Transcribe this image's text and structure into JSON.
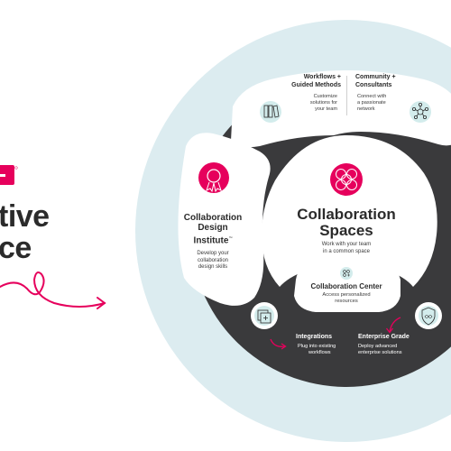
{
  "brand": {
    "line1": "tive",
    "line2": "ce"
  },
  "center": {
    "title_line1": "Collaboration",
    "title_line2": "Spaces",
    "subtitle_line1": "Work with your team",
    "subtitle_line2": "in a common space"
  },
  "workflows": {
    "title_line1": "Workflows +",
    "title_line2": "Guided Methods",
    "desc_line1": "Customize",
    "desc_line2": "solutions for",
    "desc_line3": "your team"
  },
  "community": {
    "title_line1": "Community +",
    "title_line2": "Consultants",
    "desc_line1": "Connect with",
    "desc_line2": "a passionate",
    "desc_line3": "network"
  },
  "design_institute": {
    "title_line1": "Collaboration",
    "title_line2": "Design",
    "title_line3": "Institute",
    "tm": "™",
    "desc_line1": "Develop your",
    "desc_line2": "collaboration",
    "desc_line3": "design skills"
  },
  "collaboration_center": {
    "title": "Collaboration Center",
    "desc_line1": "Access personalized",
    "desc_line2": "resources"
  },
  "integrations": {
    "title": "Integrations",
    "desc_line1": "Plug into existing",
    "desc_line2": "workflows"
  },
  "enterprise": {
    "title": "Enterprise Grade",
    "desc_line1": "Deploy advanced",
    "desc_line2": "enterprise solutions"
  },
  "colors": {
    "accent": "#e6005c",
    "outer_ring": "#dcecf0",
    "dark_ring": "#3a3a3c",
    "icon_bg": "#d3ecec",
    "segment": "#ffffff",
    "text": "#2b2b2b"
  },
  "icons": [
    "brand-logo-icon",
    "overlapping-circles-icon",
    "ribbon-badge-icon",
    "books-icon",
    "network-hub-icon",
    "people-group-icon",
    "plus-window-icon",
    "shield-infinity-icon",
    "squiggle-arrow-icon"
  ]
}
